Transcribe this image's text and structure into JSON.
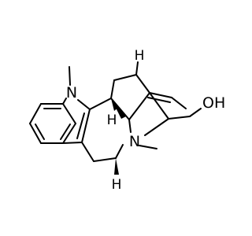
{
  "molecule": {
    "atom_labels": {
      "n_indole": "N",
      "n_amine": "N",
      "hydroxyl": "OH",
      "h_top": "H",
      "h_center": "H",
      "h_bottom": "H"
    },
    "colors": {
      "bond": "#000000",
      "text": "#000000",
      "background": "#ffffff"
    }
  }
}
